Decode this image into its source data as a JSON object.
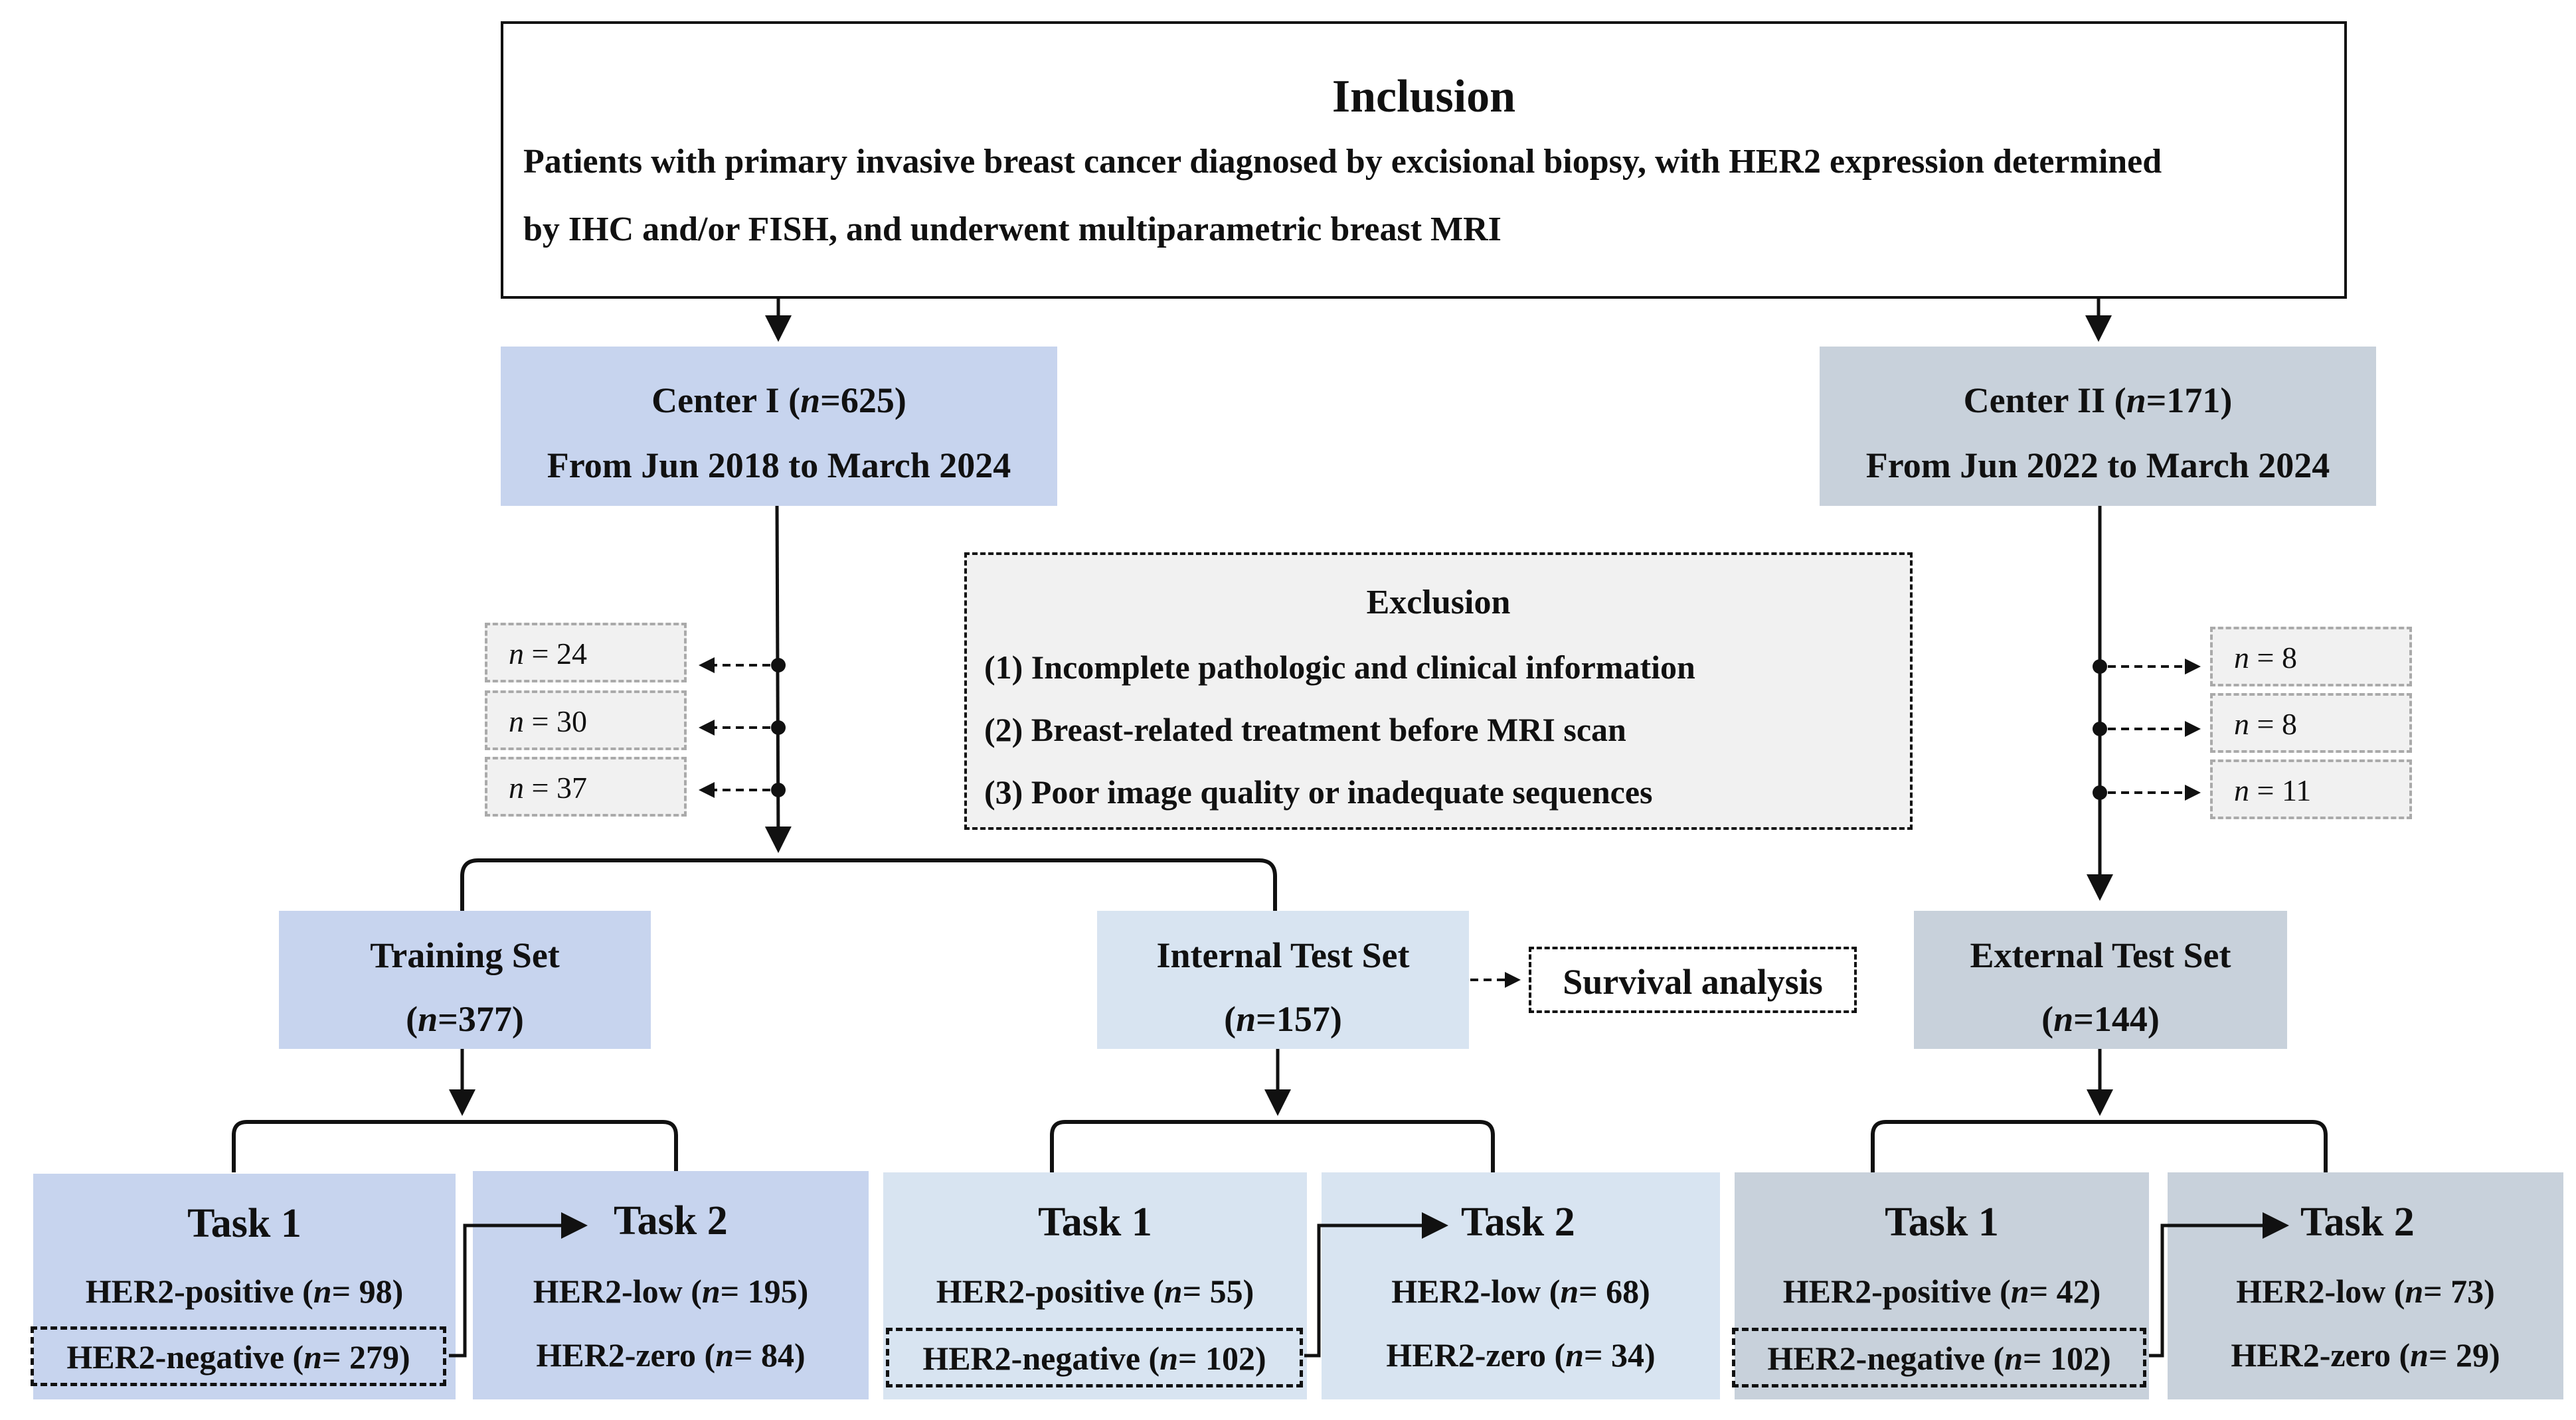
{
  "inclusion": {
    "title": "Inclusion",
    "line1": "Patients with primary invasive breast cancer diagnosed by excisional biopsy, with HER2 expression determined",
    "line2": "by IHC and/or FISH, and underwent multiparametric breast MRI"
  },
  "center1": {
    "title_prefix": "Center I (",
    "n_italic": "n",
    "title_suffix": "=625)",
    "period": "From Jun 2018 to March 2024"
  },
  "center2": {
    "title_prefix": "Center II (",
    "n_italic": "n",
    "title_suffix": "=171)",
    "period": "From Jun 2022 to March 2024"
  },
  "exclusion": {
    "title": "Exclusion",
    "items": [
      "(1) Incomplete pathologic and clinical information",
      "(2) Breast-related treatment before MRI scan",
      "(3) Poor image quality or inadequate sequences"
    ]
  },
  "excluded_center1": [
    {
      "n": "n",
      "value": " = 24"
    },
    {
      "n": "n",
      "value": " = 30"
    },
    {
      "n": "n",
      "value": " = 37"
    }
  ],
  "excluded_center2": [
    {
      "n": "n",
      "value": " = 8"
    },
    {
      "n": "n",
      "value": " = 8"
    },
    {
      "n": "n",
      "value": " = 11"
    }
  ],
  "sets": {
    "training": {
      "title": "Training Set",
      "n_prefix": "(",
      "n": "n",
      "n_suffix": "=377)"
    },
    "internal": {
      "title": "Internal Test Set",
      "n_prefix": "(",
      "n": "n",
      "n_suffix": "=157)"
    },
    "external": {
      "title": "External Test Set",
      "n_prefix": "(",
      "n": "n",
      "n_suffix": "=144)"
    }
  },
  "survival": "Survival analysis",
  "tasks": {
    "training": {
      "task1": {
        "title": "Task 1",
        "positive_label": "HER2-positive (",
        "positive_n": "n",
        "positive_val": "= 98)",
        "negative_label": "HER2-negative (",
        "negative_n": "n",
        "negative_val": "= 279)"
      },
      "task2": {
        "title": "Task 2",
        "low_label": "HER2-low (",
        "low_n": "n",
        "low_val": "= 195)",
        "zero_label": "HER2-zero (",
        "zero_n": "n",
        "zero_val": "= 84)"
      }
    },
    "internal": {
      "task1": {
        "title": "Task 1",
        "positive_label": "HER2-positive (",
        "positive_n": "n",
        "positive_val": "= 55)",
        "negative_label": "HER2-negative (",
        "negative_n": "n",
        "negative_val": "= 102)"
      },
      "task2": {
        "title": "Task 2",
        "low_label": "HER2-low (",
        "low_n": "n",
        "low_val": "= 68)",
        "zero_label": "HER2-zero (",
        "zero_n": "n",
        "zero_val": "= 34)"
      }
    },
    "external": {
      "task1": {
        "title": "Task 1",
        "positive_label": "HER2-positive (",
        "positive_n": "n",
        "positive_val": "= 42)",
        "negative_label": "HER2-negative (",
        "negative_n": "n",
        "negative_val": "= 102)"
      },
      "task2": {
        "title": "Task 2",
        "low_label": "HER2-low (",
        "low_n": "n",
        "low_val": "= 73)",
        "zero_label": "HER2-zero (",
        "zero_n": "n",
        "zero_val": "= 29)"
      }
    }
  },
  "colors": {
    "blue": "#c7d4ee",
    "lightblue": "#d8e4f1",
    "gray": "#c8d1db",
    "exclusion_bg": "#f1f1f1",
    "small_box_bg": "#f1f1f1",
    "line": "#111111"
  }
}
